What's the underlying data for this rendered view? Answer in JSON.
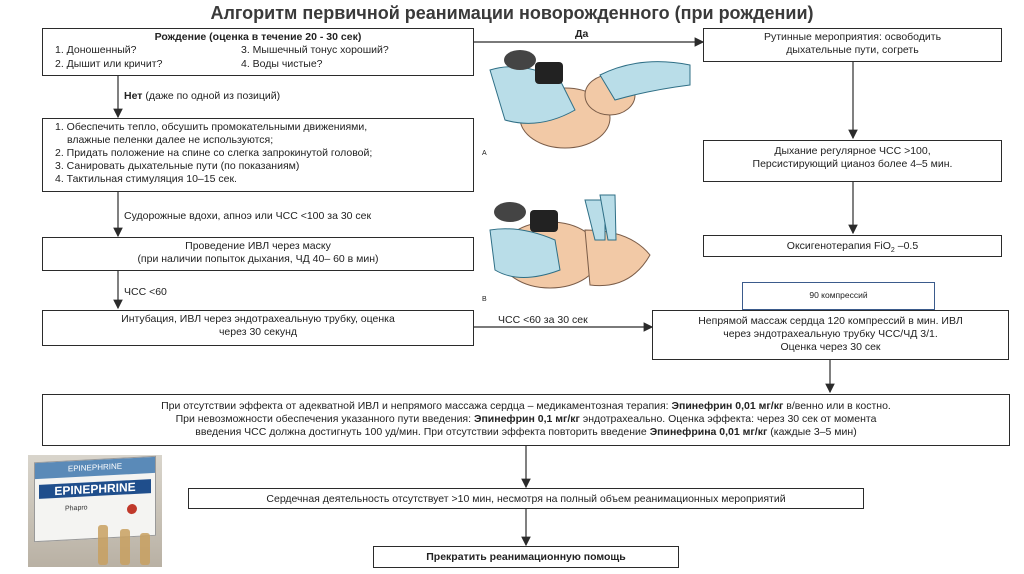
{
  "title": "Алгоритм первичной реанимации новорожденного (при рождении)",
  "birth": {
    "header": "Рождение (оценка в течение 20 - 30 сек)",
    "q1": "1. Доношенный?",
    "q2": "2. Дышит или кричит?",
    "q3": "3. Мышечный тонус хороший?",
    "q4": "4. Воды чистые?"
  },
  "yes_label": "Да",
  "no_label_bold": "Нет",
  "no_label_rest": "(даже по одной из позиций)",
  "routine": {
    "line1": "Рутинные мероприятия: освободить",
    "line2": "дыхательные пути, согреть"
  },
  "initial_steps": {
    "s1a": "1. Обеспечить тепло, обсушить промокательными движениями,",
    "s1b": "влажные пеленки далее не используются;",
    "s2": "2. Придать положение на спине со слегка запрокинутой головой;",
    "s3": "3. Санировать дыхательные пути (по показаниям)",
    "s4": "4. Тактильная стимуляция 10–15 сек."
  },
  "seizure_label": "Судорожные вдохи, апноэ или ЧСС <100 за 30 сек",
  "ventilation": {
    "line1": "Проведение ИВЛ через маску",
    "line2": "(при наличии попыток дыхания, ЧД 40– 60 в мин)"
  },
  "hr60_label": "ЧСС <60",
  "intubation": {
    "line1": "Интубация, ИВЛ через эндотрахеальную трубку, оценка",
    "line2": "через 30 секунд"
  },
  "hr60_30_label": "ЧСС <60 за 30 сек",
  "breathing": {
    "line1": "Дыхание регулярное ЧСС >100,",
    "line2": "Персистирующий цианоз более 4–5 мин."
  },
  "oxygen": {
    "text": "Оксигенотерапия FiO",
    "sub": "2",
    "tail": " –0.5"
  },
  "compressions_note": "90 компрессий",
  "massage": {
    "line1": "Непрямой массаж сердца 120 компрессий в мин. ИВЛ",
    "line2": "через эндотрахеальную трубку ЧСС/ЧД 3/1.",
    "line3": "Оценка через 30 сек"
  },
  "drug": {
    "l1a": "При отсутствии эффекта от адекватной ИВЛ и непрямого массажа сердца – медикаментозная терапия: ",
    "l1b": "Эпинефрин 0,01 мг/кг",
    "l1c": " в/венно или в костно.",
    "l2a": "При невозможности обеспечения указанного пути введения: ",
    "l2b": "Эпинефрин 0,1 мг/кг",
    "l2c": " эндотрахеально. Оценка эффекта: через 30 сек от момента",
    "l3a": "введения ЧСС должна достигнуть 100 уд/мин. При отсутствии эффекта повторить введение ",
    "l3b": "Эпинефрина 0,01 мг/кг",
    "l3c": " (каждые 3–5 мин)"
  },
  "no_activity": "Сердечная деятельность отсутствует >10 мин, несмотря на полный объем реанимационных мероприятий",
  "stop": "Прекратить реанимационную помощь",
  "illustration_a_label": "A",
  "illustration_b_label": "B",
  "photo": {
    "brand_top": "EPINEPHRINE",
    "brand_main": "EPINEPHRINE",
    "maker": "Phapro"
  }
}
